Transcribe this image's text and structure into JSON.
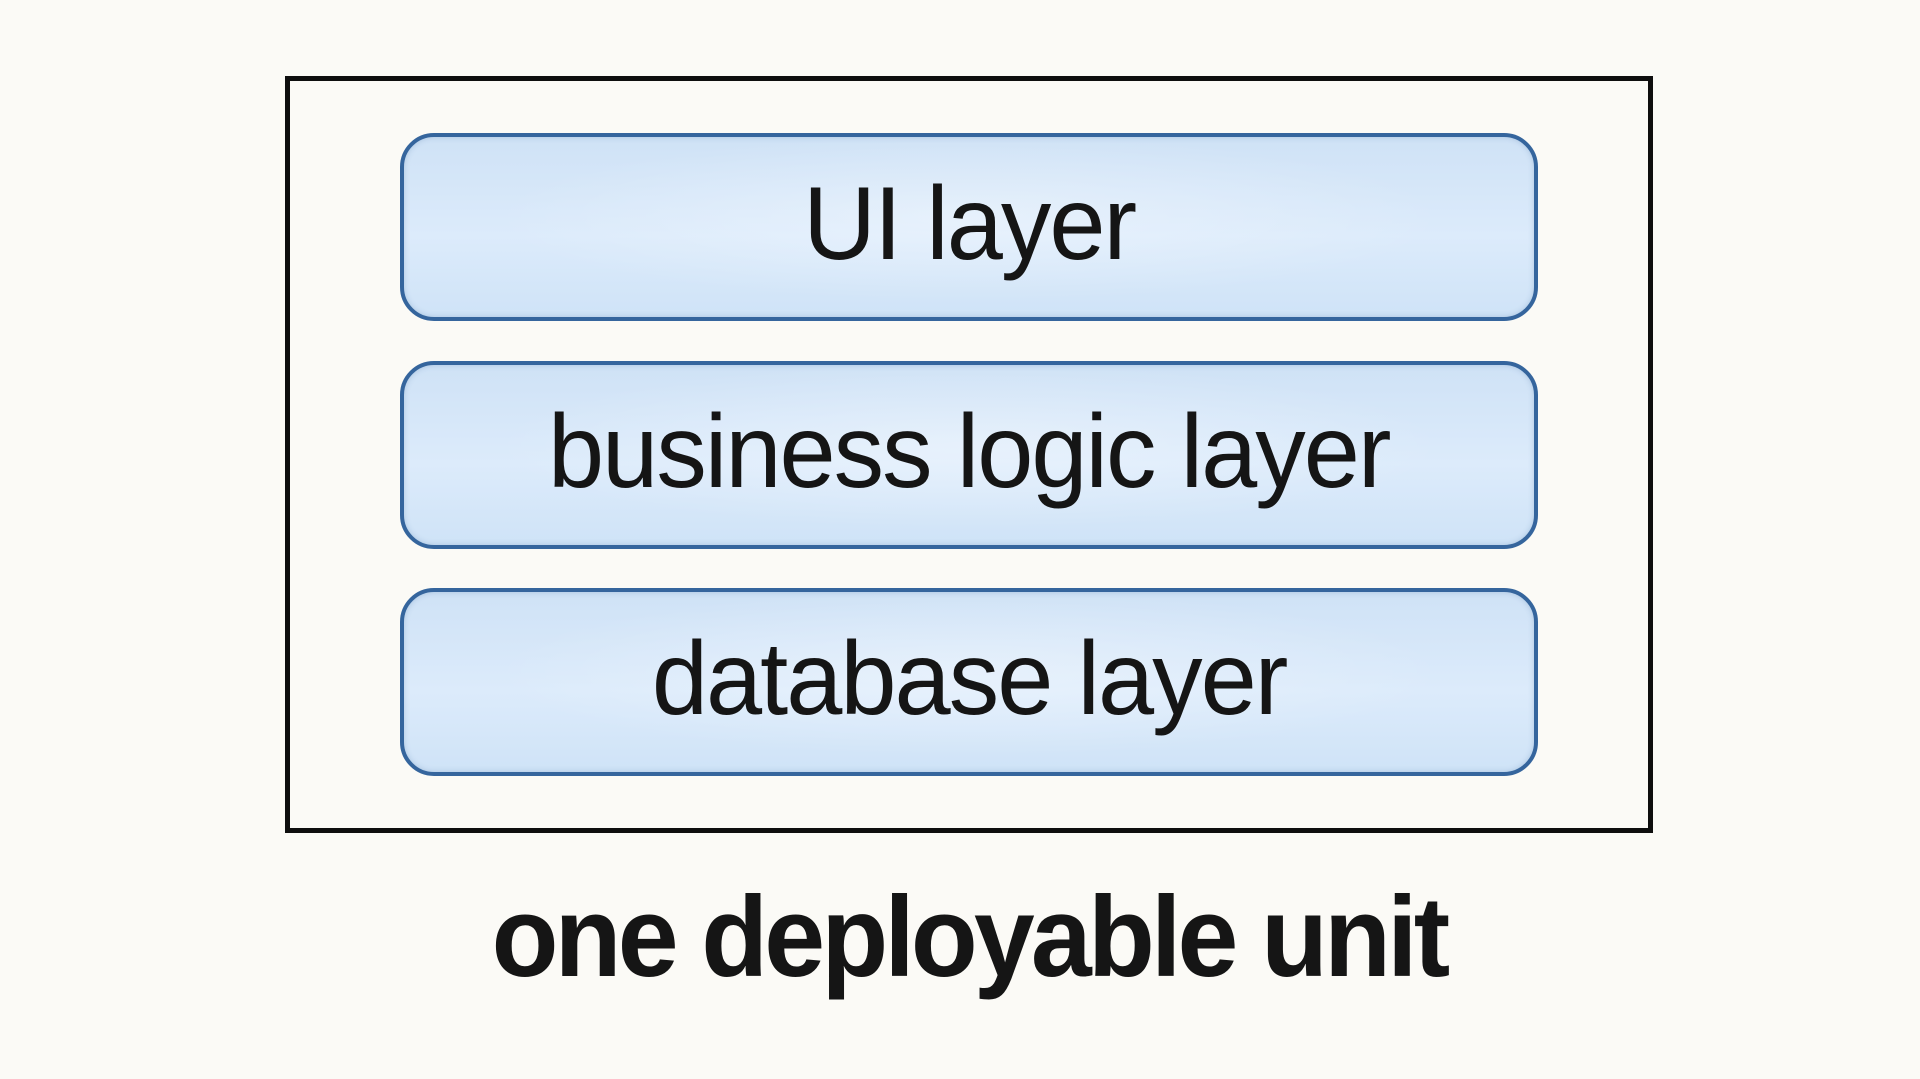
{
  "diagram": {
    "type": "architecture-block-diagram",
    "layers": [
      {
        "label": "UI layer"
      },
      {
        "label": "business logic layer"
      },
      {
        "label": "database layer"
      }
    ],
    "caption": "one deployable unit",
    "colors": {
      "background": "#fbfaf6",
      "outer_border": "#0e0e0e",
      "box_border": "#35659d",
      "box_fill_top": "#cfe2f6",
      "box_fill_mid": "#dcebfb",
      "box_fill_bottom": "#cfe3f7",
      "text": "#151515"
    }
  }
}
